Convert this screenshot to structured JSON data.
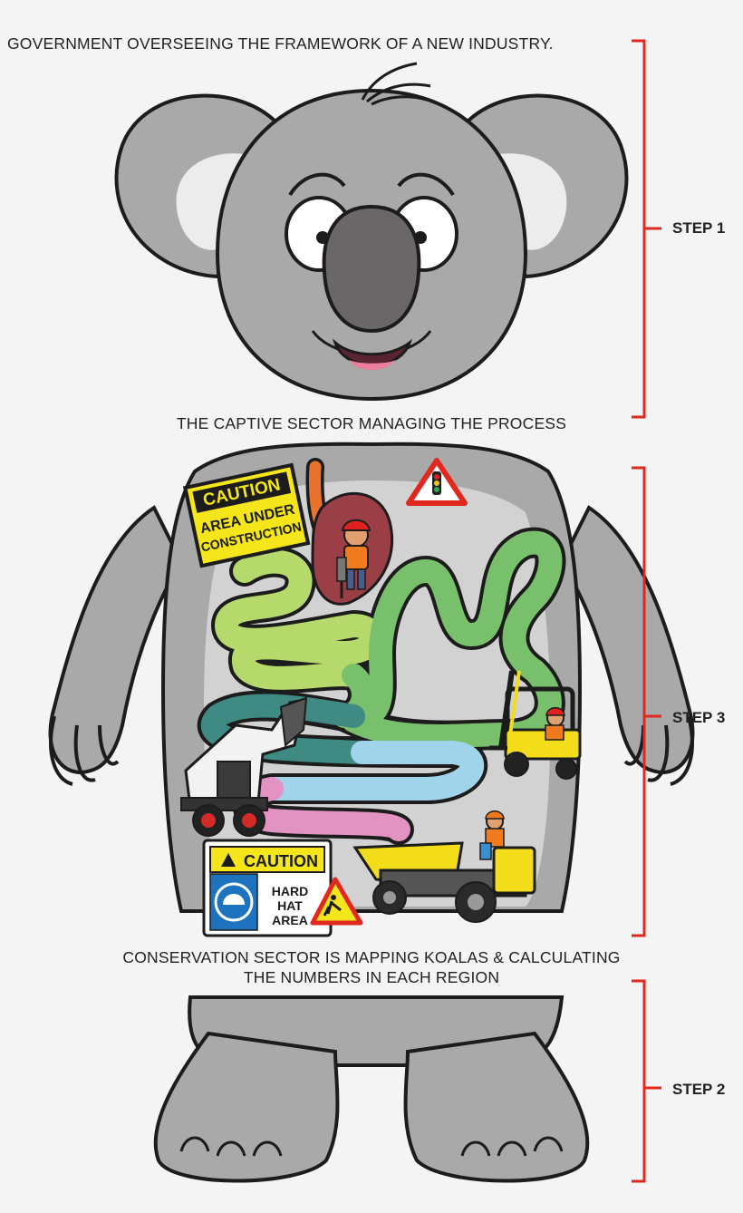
{
  "captions": {
    "top": "GOVERNMENT OVERSEEING THE FRAMEWORK OF A NEW INDUSTRY.",
    "middle": "THE CAPTIVE SECTOR MANAGING THE PROCESS",
    "bottom_line1": "CONSERVATION SECTOR IS MAPPING KOALAS & CALCULATING",
    "bottom_line2": "THE NUMBERS IN EACH REGION"
  },
  "steps": {
    "step1": "STEP 1",
    "step3": "STEP 3",
    "step2": "STEP 2"
  },
  "signs": {
    "caution_yellow": {
      "heading": "CAUTION",
      "line1": "AREA UNDER",
      "line2": "CONSTRUCTION"
    },
    "caution_hardhat": {
      "heading": "CAUTION",
      "line1": "HARD",
      "line2": "HAT",
      "line3": "AREA"
    }
  },
  "colors": {
    "bracket": "#e0281e",
    "koala_fur": "#a9a9a9",
    "koala_outline": "#1c1c1c",
    "nose": "#6b6769",
    "tongue": "#e97f9c",
    "stomach": "#9b3f47",
    "esophagus": "#e8732c",
    "intestine_green_light": "#b6d96c",
    "intestine_green": "#79c06d",
    "intestine_teal": "#3f8a82",
    "intestine_blue": "#9fd4ea",
    "intestine_pink": "#e393c2",
    "sign_yellow": "#f5e51b"
  }
}
